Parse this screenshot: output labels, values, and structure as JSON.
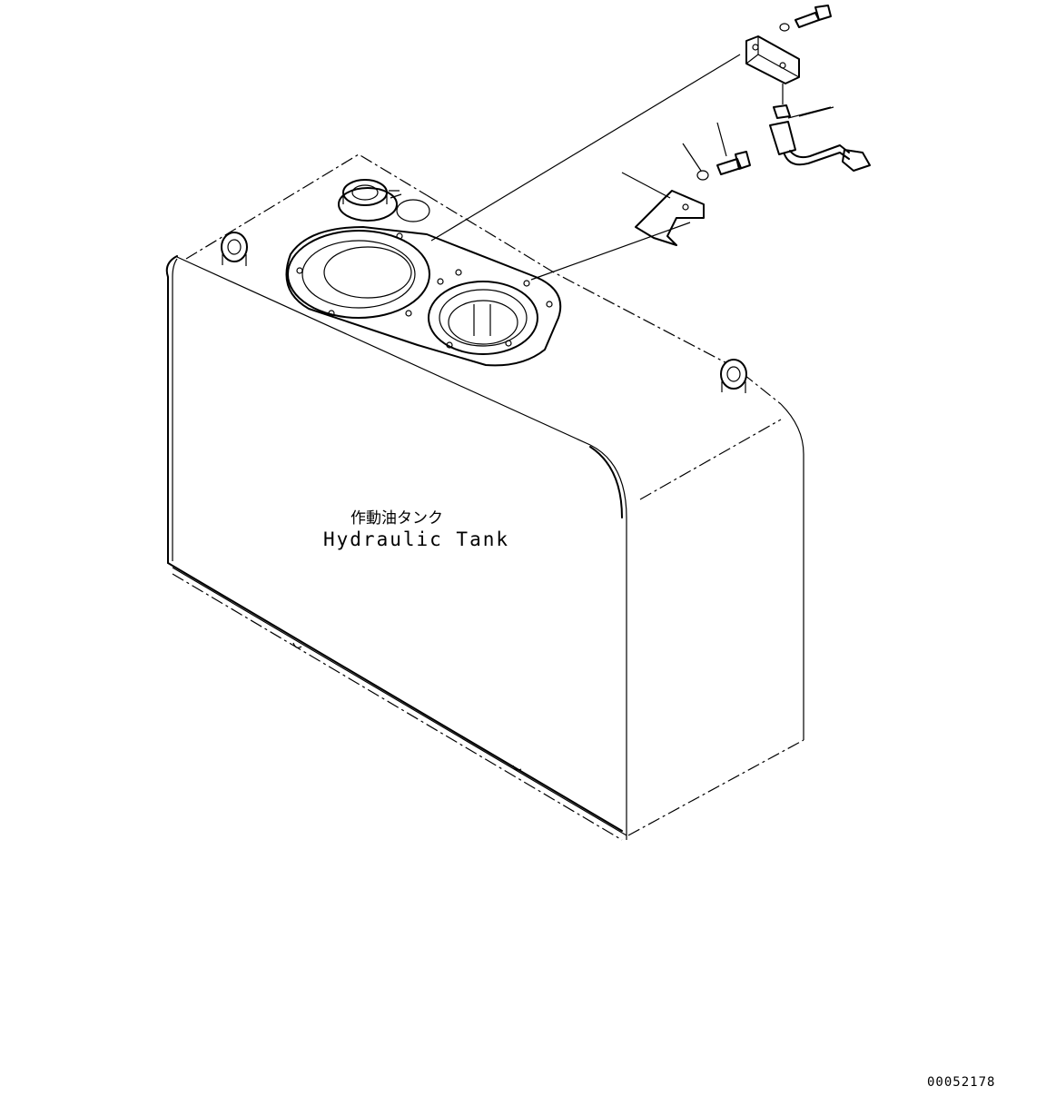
{
  "diagram": {
    "tank_label_jp": "作動油タンク",
    "tank_label_en": "Hydraulic Tank",
    "drawing_number": "00052178"
  }
}
